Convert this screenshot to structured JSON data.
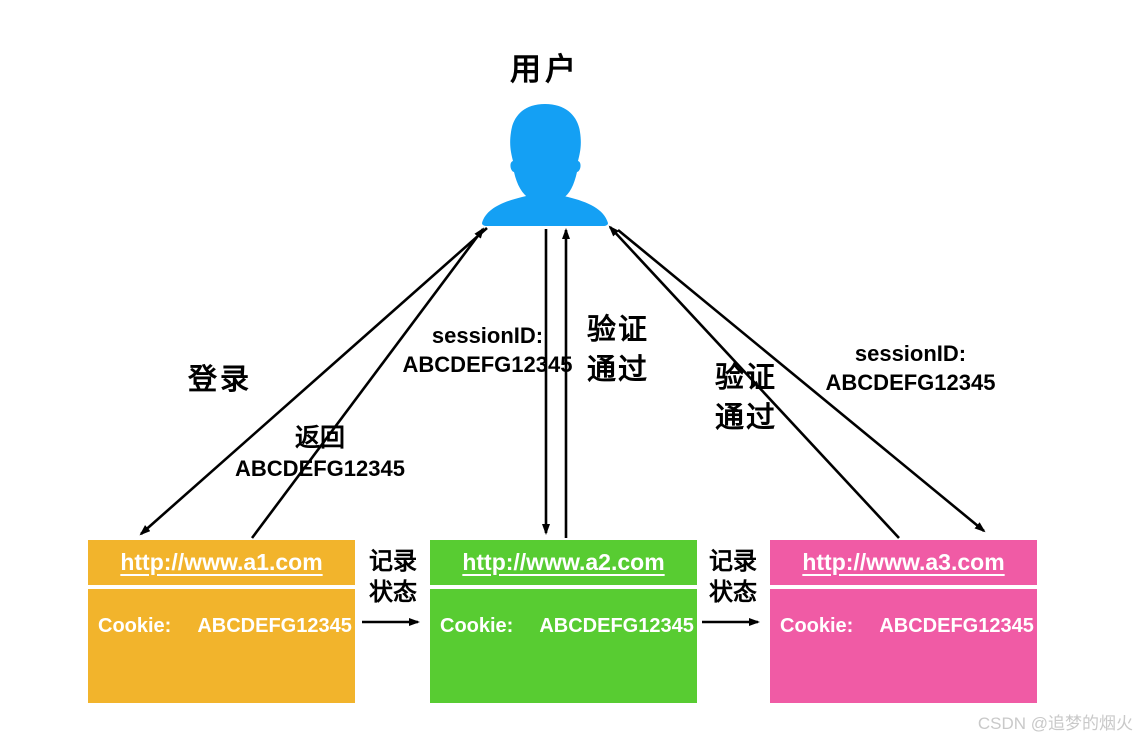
{
  "diagram": {
    "title": "用户",
    "watermark": "CSDN @追梦的烟火",
    "colors": {
      "user_icon": "#14A0F4",
      "site1": "#F2B42C",
      "site2": "#58CC32",
      "site3": "#F05BA5",
      "arrow": "#000000"
    },
    "labels": {
      "login": "登录",
      "return_line1": "返回",
      "return_line2": "ABCDEFG12345",
      "session_mid_line1": "sessionID:",
      "session_mid_line2": "ABCDEFG12345",
      "verify_line1": "验证",
      "verify_line2": "通过",
      "session_right_line1": "sessionID:",
      "session_right_line2": "ABCDEFG12345",
      "record_line1": "记录",
      "record_line2": "状态"
    },
    "sites": [
      {
        "url": "http://www.a1.com",
        "cookie_label": "Cookie:",
        "cookie_value": "ABCDEFG12345"
      },
      {
        "url": "http://www.a2.com",
        "cookie_label": "Cookie:",
        "cookie_value": "ABCDEFG12345"
      },
      {
        "url": "http://www.a3.com",
        "cookie_label": "Cookie:",
        "cookie_value": "ABCDEFG12345"
      }
    ]
  }
}
